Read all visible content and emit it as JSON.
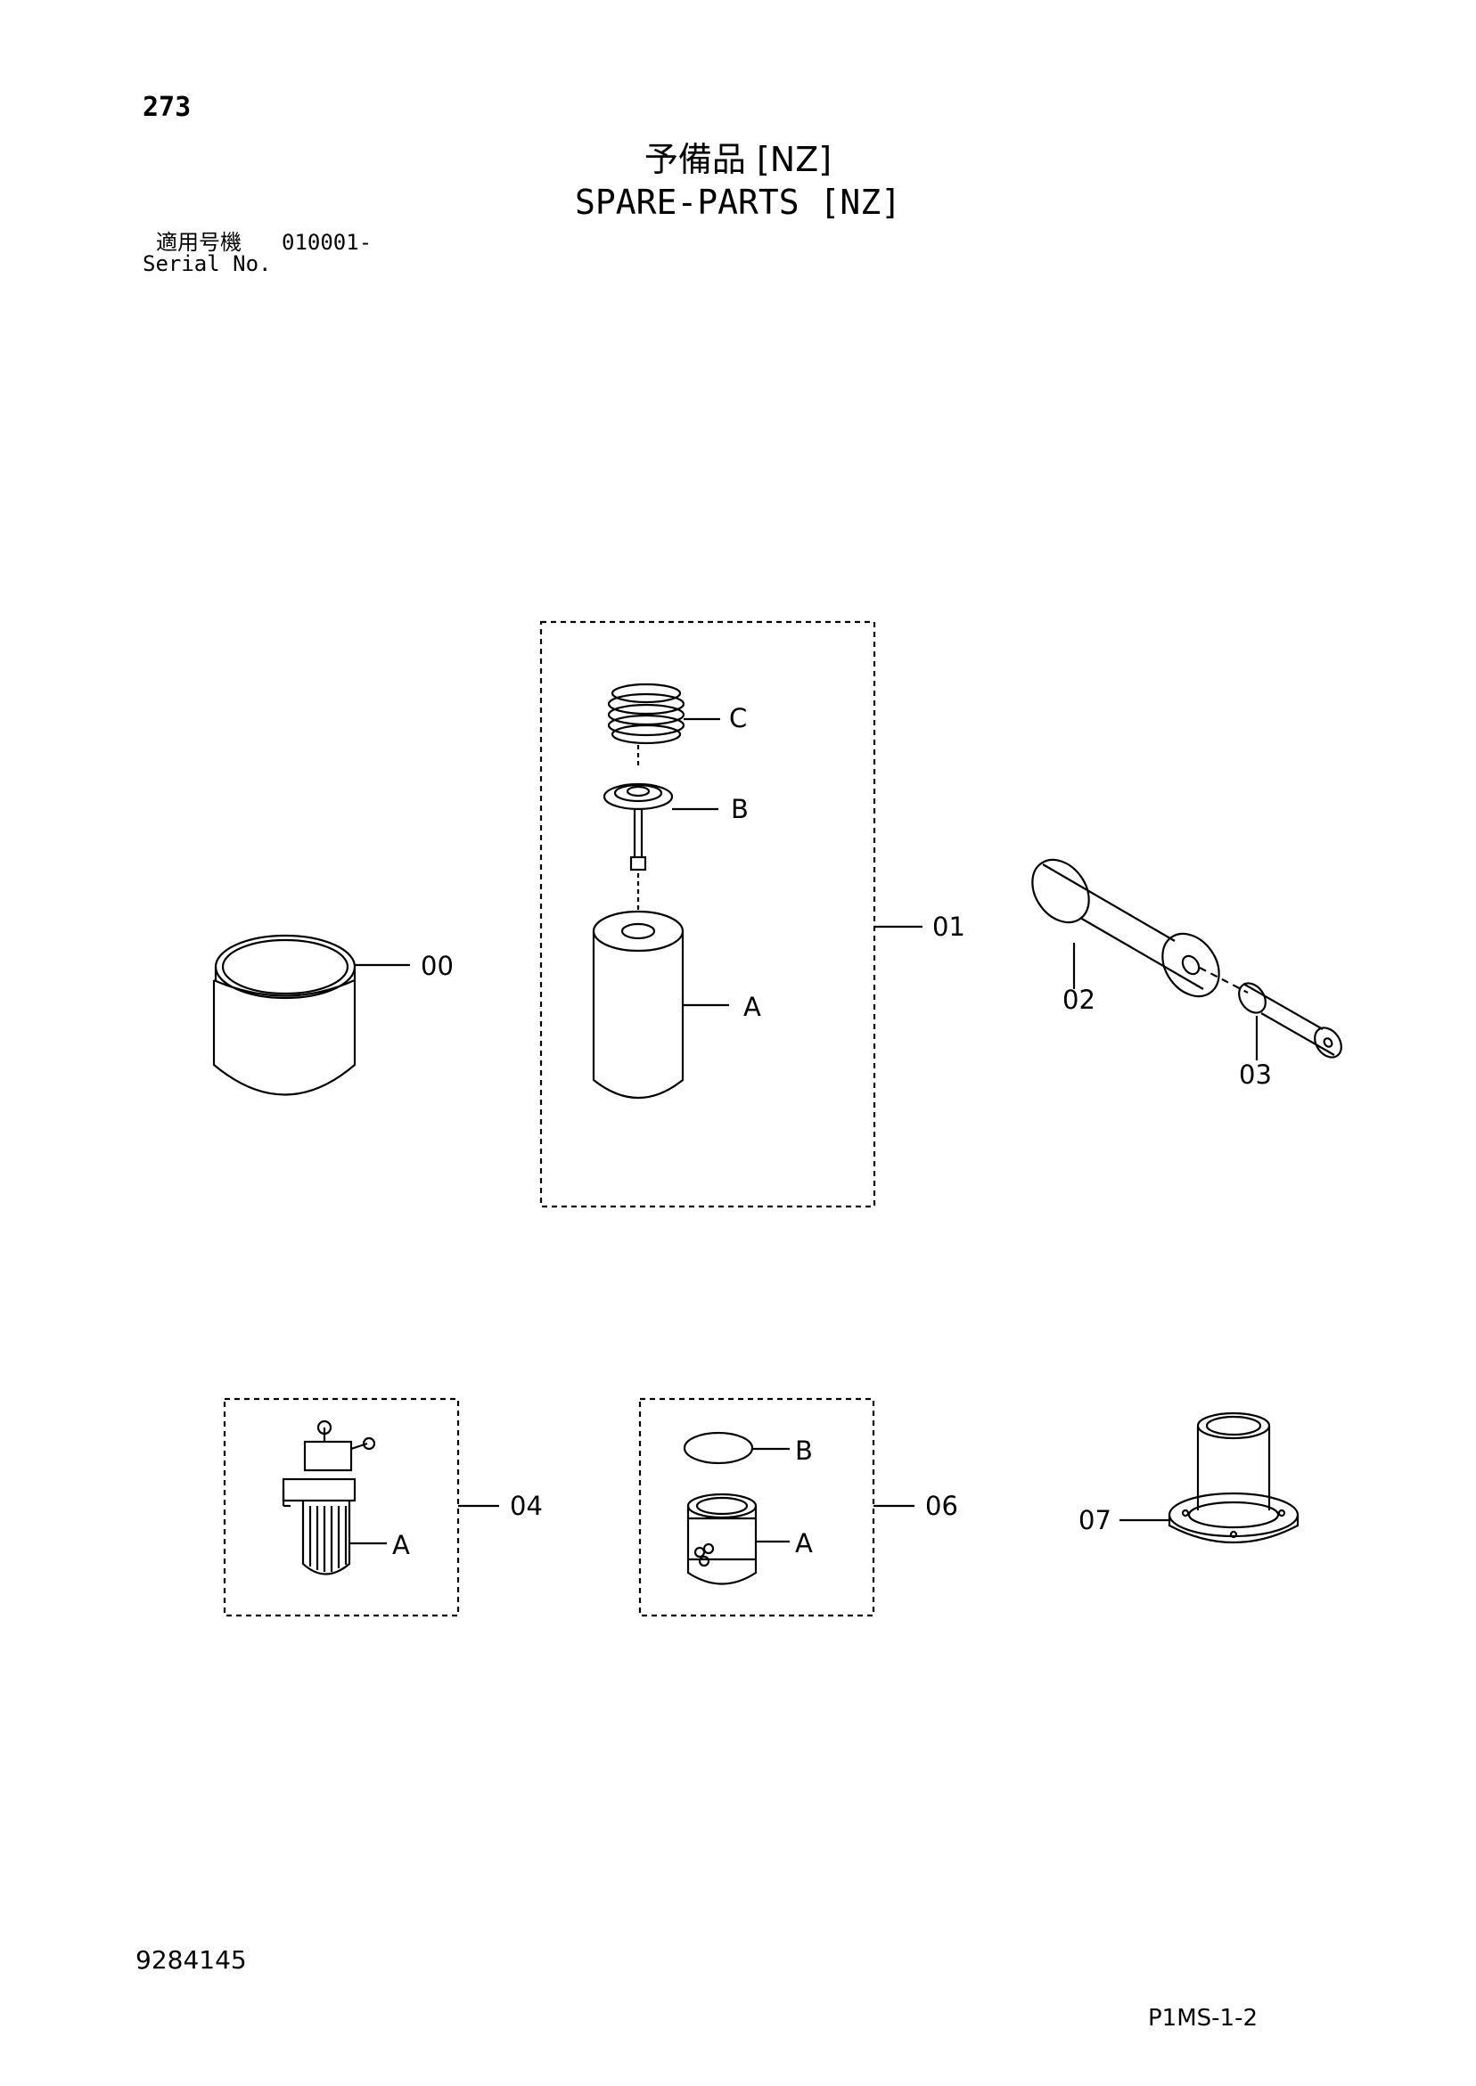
{
  "header": {
    "page_number": "273",
    "title_jp": "予備品 [NZ]",
    "title_en": "SPARE-PARTS [NZ]",
    "serial_label_jp": "適用号機",
    "serial_value": "010001-",
    "serial_label_en": "Serial No."
  },
  "callouts": {
    "c00": "00",
    "c01": "01",
    "c01_a": "A",
    "c01_b": "B",
    "c01_c": "C",
    "c02": "02",
    "c03": "03",
    "c04": "04",
    "c04_a": "A",
    "c06": "06",
    "c06_a": "A",
    "c06_b": "B",
    "c07": "07"
  },
  "footer": {
    "document_number": "9284145",
    "page_code": "P1MS-1-2"
  }
}
